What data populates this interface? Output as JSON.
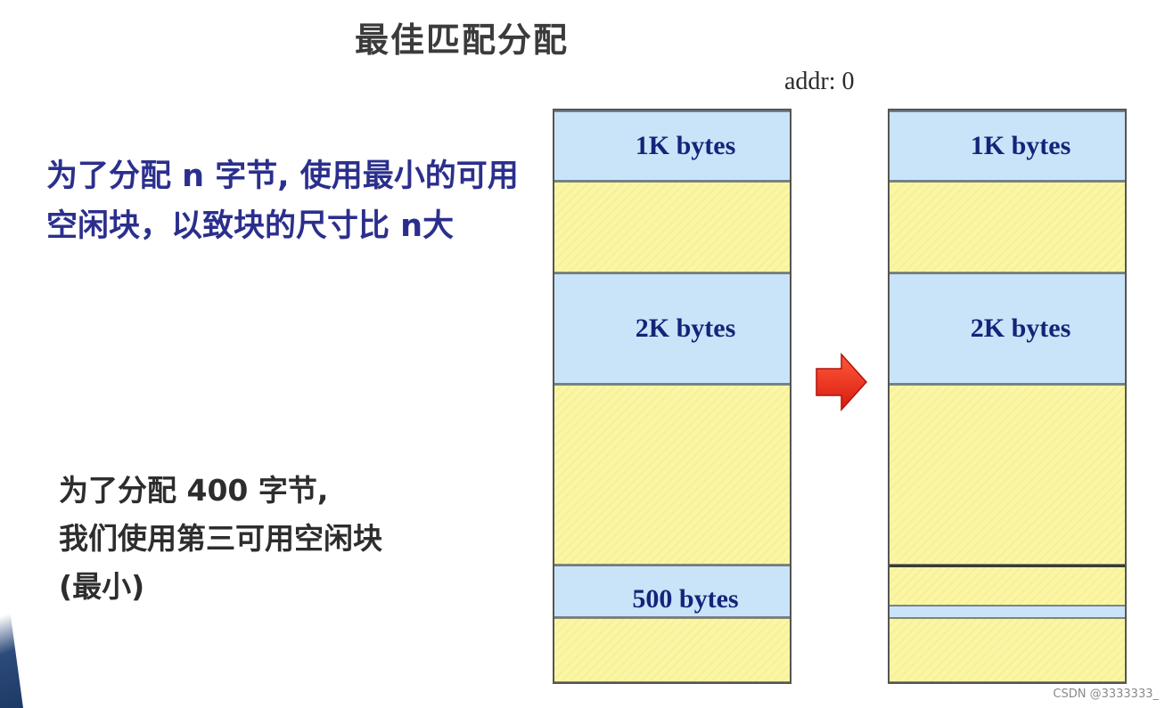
{
  "title": "最佳匹配分配",
  "addr_label": "addr: 0",
  "description_1": "为了分配 n 字节, 使用最小的可用空闲块，以致块的尺寸比 n大",
  "description_2_lines": [
    "为了分配 400 字节,",
    "我们使用第三可用空闲块",
    "(最小)"
  ],
  "before": {
    "labels": {
      "block_1k": "1K bytes",
      "block_2k": "2K bytes",
      "block_500": "500 bytes"
    }
  },
  "after": {
    "labels": {
      "block_1k": "1K bytes",
      "block_2k": "2K bytes"
    }
  },
  "watermark": "CSDN @3333333_",
  "colors": {
    "allocated_block": "#c9e4f8",
    "free_block": "#fbf6a6",
    "arrow": "#e8231a",
    "description_1_text": "#2b2f8c",
    "block_label": "#14247a"
  },
  "icons": {
    "transition_arrow": "right-arrow-icon"
  }
}
